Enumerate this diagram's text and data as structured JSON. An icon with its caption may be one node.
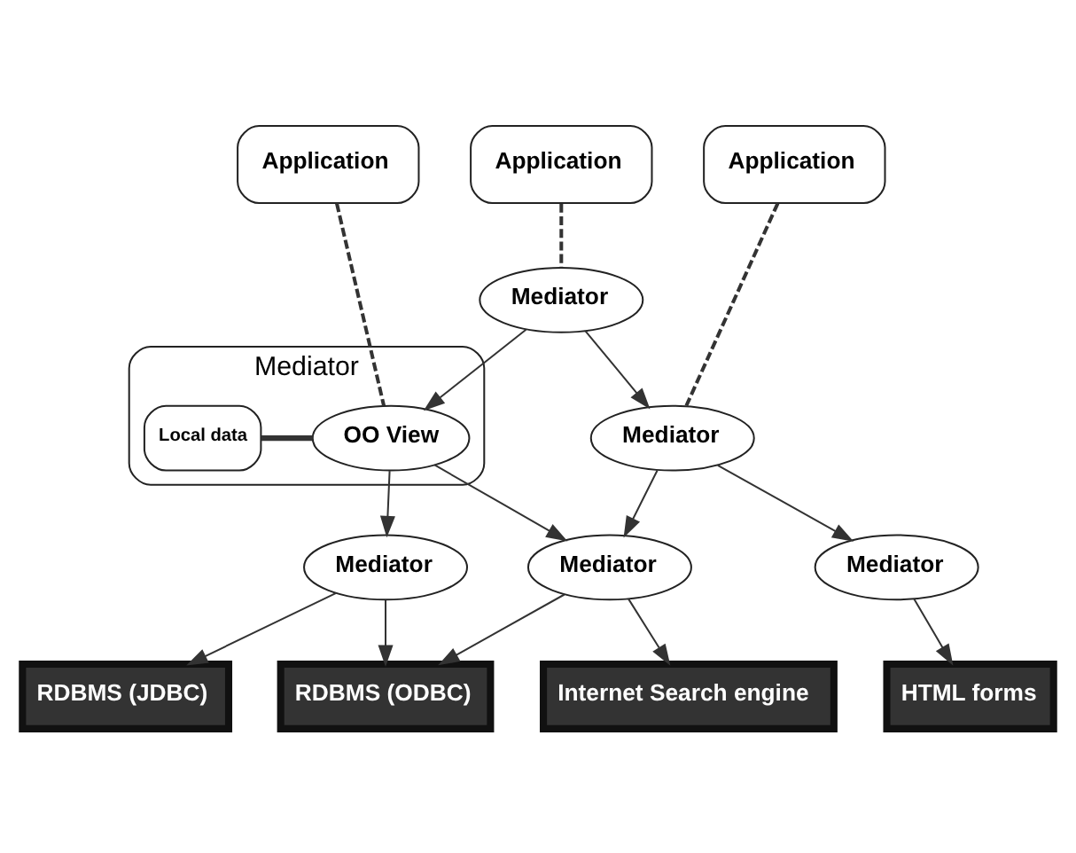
{
  "diagram": {
    "nodes": [
      {
        "text": [
          "Application"
        ]
      },
      {
        "text": [
          "Application"
        ]
      },
      {
        "text": [
          "Application"
        ]
      },
      {
        "text": [
          "Mediator"
        ]
      },
      {
        "text": [
          "Mediator"
        ]
      },
      {
        "text": [
          "Local data"
        ],
        "in": 4
      },
      {
        "text": [
          "OO View"
        ],
        "in": 4
      },
      {
        "text": [
          "Mediator"
        ]
      },
      {
        "text": [
          "Mediator"
        ]
      },
      {
        "text": [
          "Mediator"
        ]
      },
      {
        "text": [
          "Mediator"
        ]
      },
      {
        "text": [
          "RDBMS (JDBC)"
        ]
      },
      {
        "text": [
          "RDBMS (ODBC)"
        ]
      },
      {
        "text": [
          "Internet Search engine"
        ]
      },
      {
        "text": [
          "HTML forms"
        ]
      }
    ],
    "edges": [
      {
        "from": 0,
        "to": 6,
        "arrow": "none",
        "style": "dashed"
      },
      {
        "from": 1,
        "to": 3,
        "arrow": "none",
        "style": "dashed"
      },
      {
        "from": 2,
        "to": 7,
        "arrow": "none",
        "style": "dashed"
      },
      {
        "from": 3,
        "to": 6,
        "arrow": "to"
      },
      {
        "from": 3,
        "to": 7,
        "arrow": "to"
      },
      {
        "from": 5,
        "to": 6,
        "arrow": "none",
        "style": "thick"
      },
      {
        "from": 6,
        "to": 8,
        "arrow": "to"
      },
      {
        "from": 6,
        "to": 9,
        "arrow": "to"
      },
      {
        "from": 7,
        "to": 9,
        "arrow": "to"
      },
      {
        "from": 7,
        "to": 10,
        "arrow": "to"
      },
      {
        "from": 8,
        "to": 11,
        "arrow": "to"
      },
      {
        "from": 8,
        "to": 12,
        "arrow": "to"
      },
      {
        "from": 9,
        "to": 12,
        "arrow": "to"
      },
      {
        "from": 9,
        "to": 13,
        "arrow": "to"
      },
      {
        "from": 10,
        "to": 14,
        "arrow": "to"
      }
    ]
  }
}
